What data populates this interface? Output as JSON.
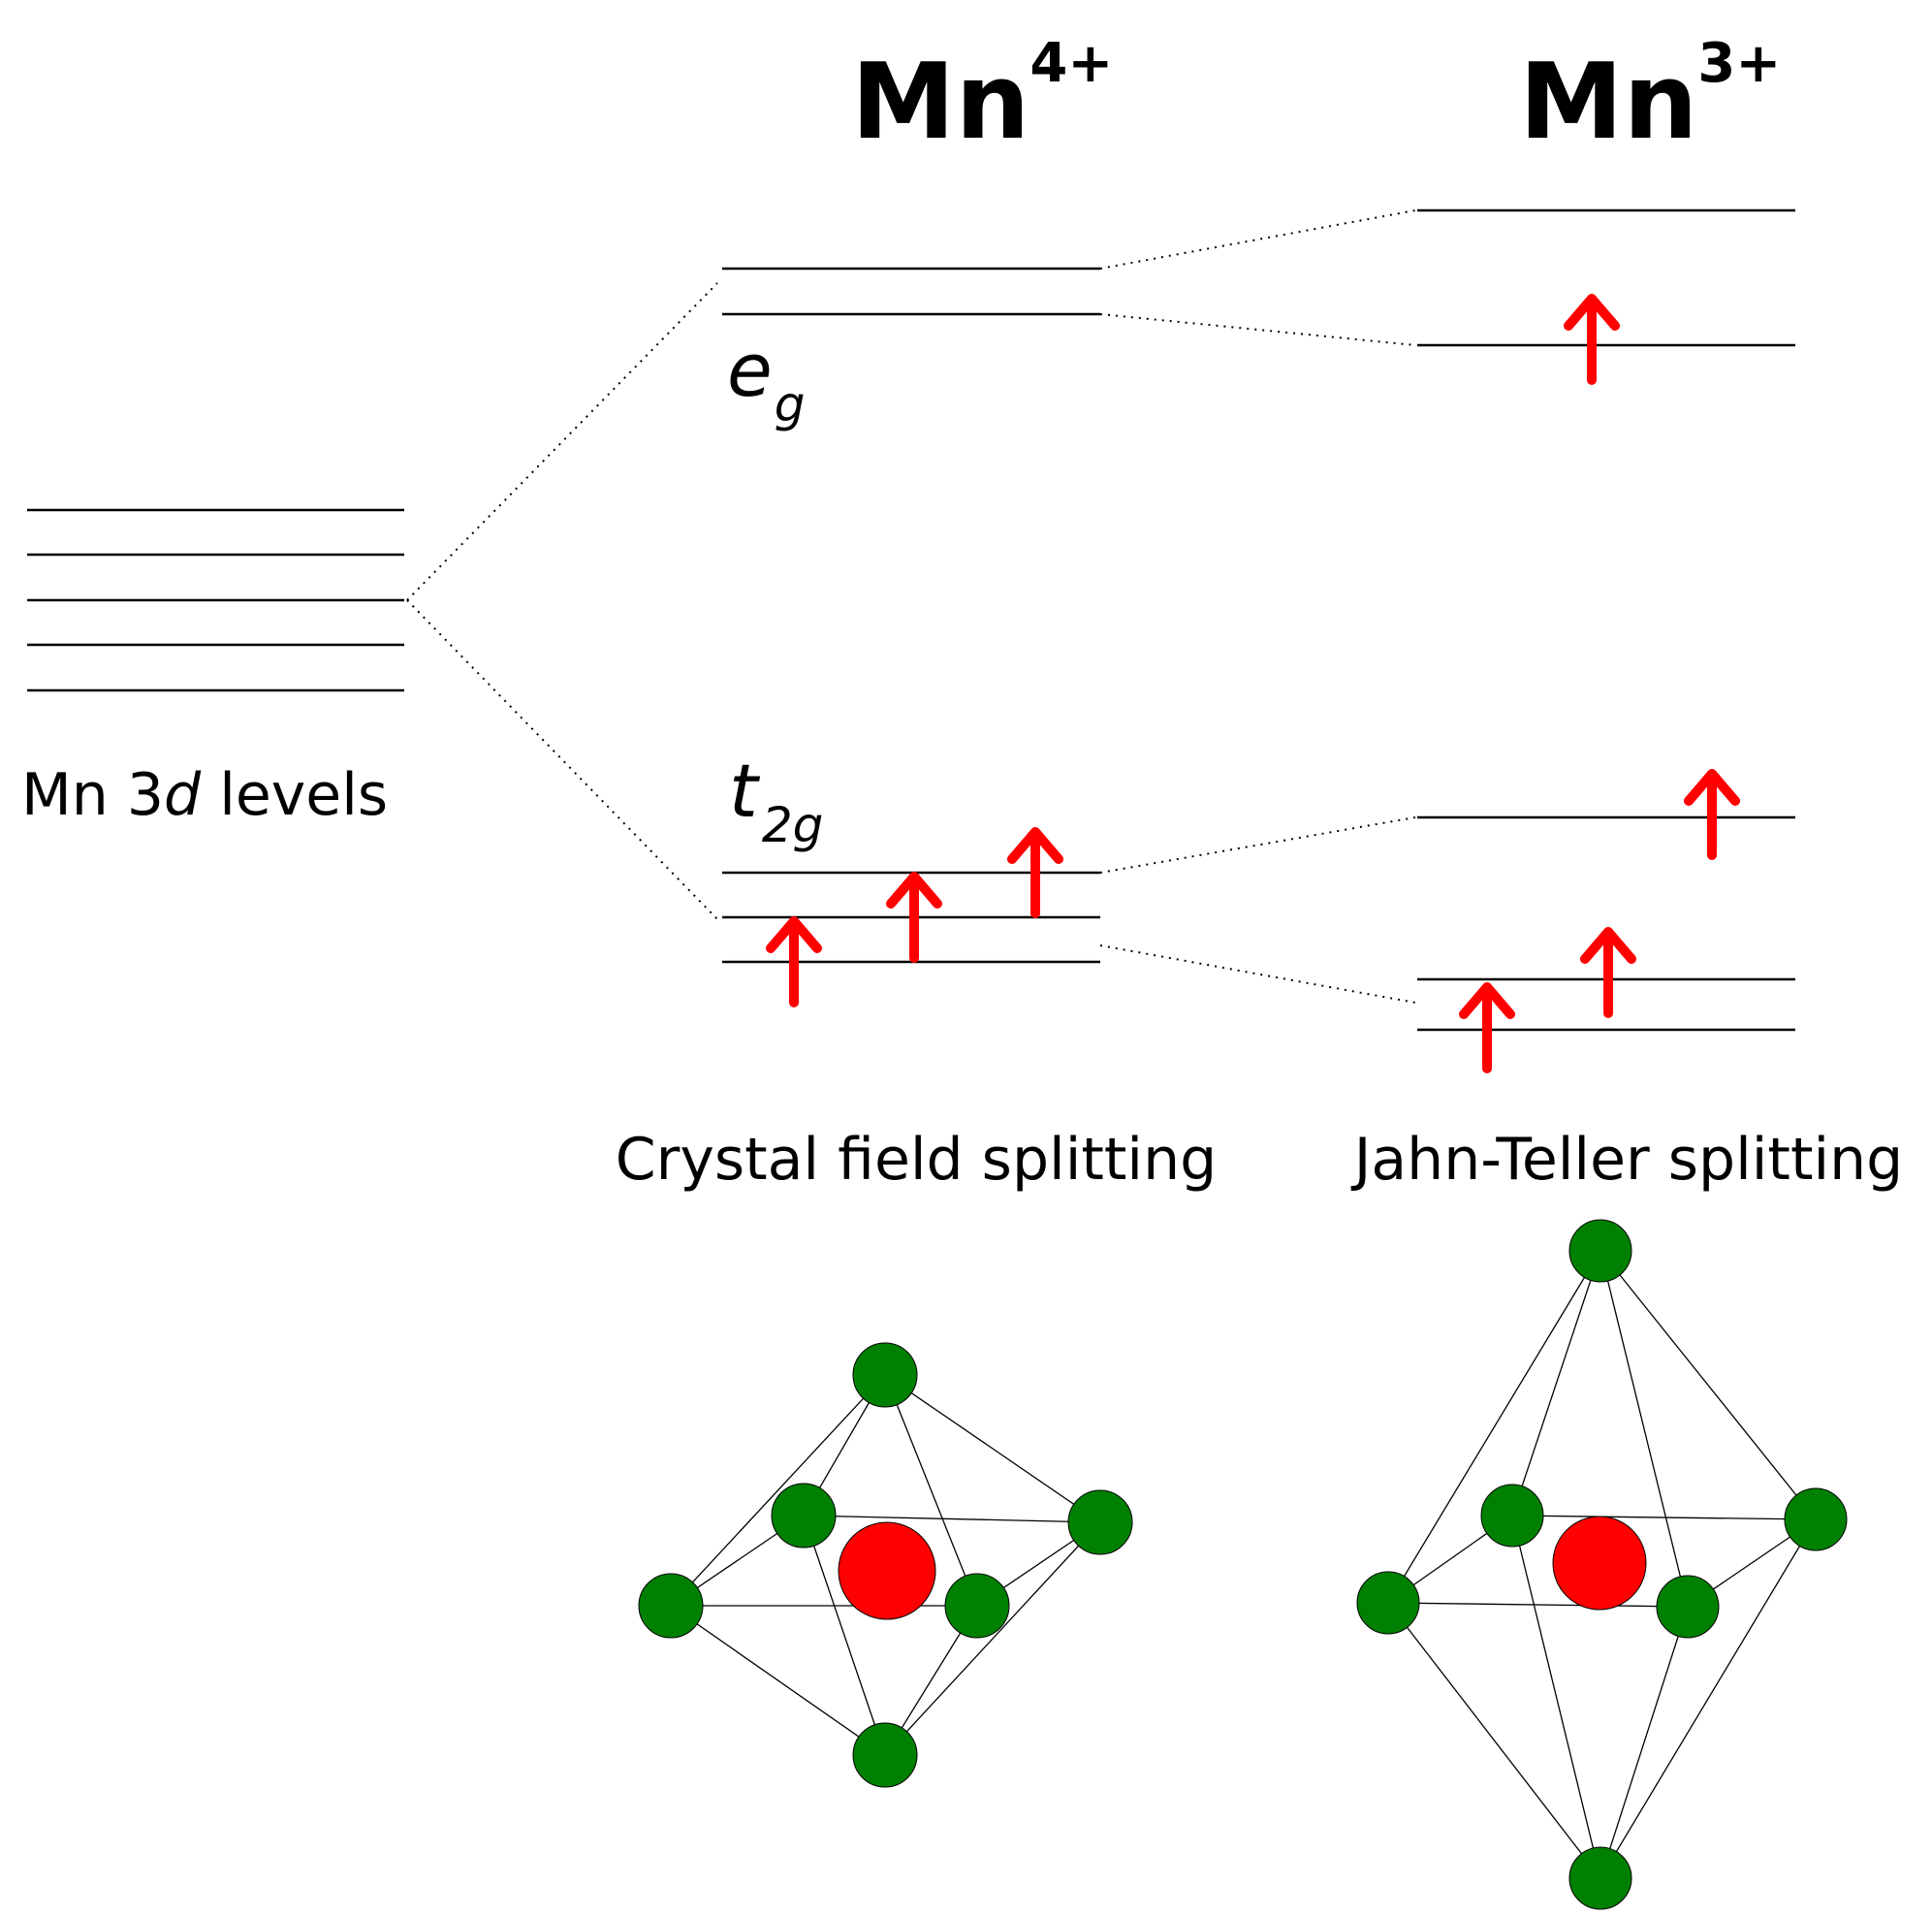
{
  "headers": {
    "mn4": {
      "base": "Mn",
      "charge": "4+"
    },
    "mn3": {
      "base": "Mn",
      "charge": "3+"
    }
  },
  "labels": {
    "mn_3d_prefix": "Mn 3",
    "mn_3d_italic": "d",
    "mn_3d_suffix": " levels",
    "eg_main": "e",
    "eg_sub": "g",
    "t2g_main": "t",
    "t2g_sub": "2g",
    "crystal_field": "Crystal field splitting",
    "jahn_teller": "Jahn-Teller splitting"
  },
  "colors": {
    "electron_arrow": "#ff0000",
    "ligand": "#008000",
    "metal_center": "#ff0000",
    "level_line": "#000000"
  },
  "electron_counts": {
    "mn4_t2g": 3,
    "mn4_eg": 0,
    "mn3_t2g": 3,
    "mn3_eg": 1
  }
}
